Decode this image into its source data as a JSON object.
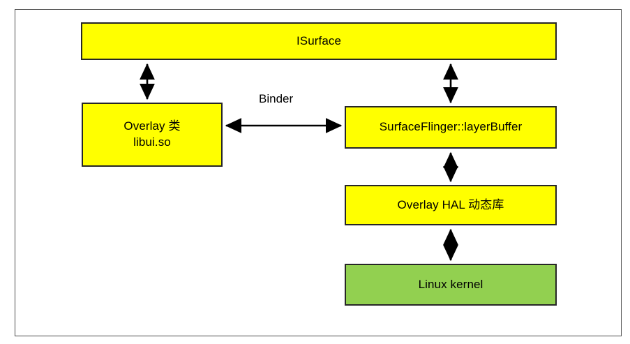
{
  "diagram": {
    "title": "Android Overlay architecture block diagram",
    "colors": {
      "node_fill_yellow": "#ffff00",
      "node_fill_green": "#92d050",
      "node_border": "#262626",
      "frame_border": "#4a4a4a",
      "background": "#ffffff",
      "arrow": "#000000"
    },
    "nodes": [
      {
        "id": "isurface",
        "lines": [
          "ISurface"
        ],
        "fill": "#ffff00"
      },
      {
        "id": "overlay",
        "lines": [
          "Overlay 类",
          "libui.so"
        ],
        "fill": "#ffff00"
      },
      {
        "id": "surfaceflinger",
        "lines": [
          "SurfaceFlinger::layerBuffer"
        ],
        "fill": "#ffff00"
      },
      {
        "id": "overlay_hal",
        "lines": [
          "Overlay HAL 动态库"
        ],
        "fill": "#ffff00"
      },
      {
        "id": "linux_kernel",
        "lines": [
          "Linux kernel"
        ],
        "fill": "#92d050"
      }
    ],
    "edges": [
      {
        "id": "isurface-overlay",
        "from": "isurface",
        "to": "overlay",
        "direction": "bidirectional",
        "label": ""
      },
      {
        "id": "isurface-surfaceflinger",
        "from": "isurface",
        "to": "surfaceflinger",
        "direction": "bidirectional",
        "label": ""
      },
      {
        "id": "overlay-surfaceflinger",
        "from": "overlay",
        "to": "surfaceflinger",
        "direction": "bidirectional",
        "label": "Binder"
      },
      {
        "id": "surfaceflinger-overlay-hal",
        "from": "surfaceflinger",
        "to": "overlay_hal",
        "direction": "bidirectional",
        "label": ""
      },
      {
        "id": "overlay-hal-linux-kernel",
        "from": "overlay_hal",
        "to": "linux_kernel",
        "direction": "bidirectional",
        "label": ""
      }
    ]
  }
}
